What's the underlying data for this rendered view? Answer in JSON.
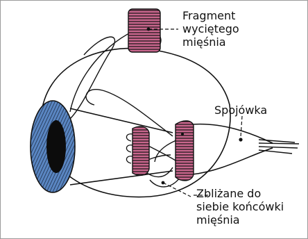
{
  "labels": {
    "fragment": [
      "Fragment",
      "wyciętego",
      "mięśnia"
    ],
    "spojowka": "Spojówka",
    "zblizane": [
      "Zbliżane do",
      "siebie końcówki",
      "mięśnia"
    ]
  },
  "colors": {
    "muscle": "#c9668d",
    "iris": "#4b79b8",
    "outline": "#111111"
  }
}
